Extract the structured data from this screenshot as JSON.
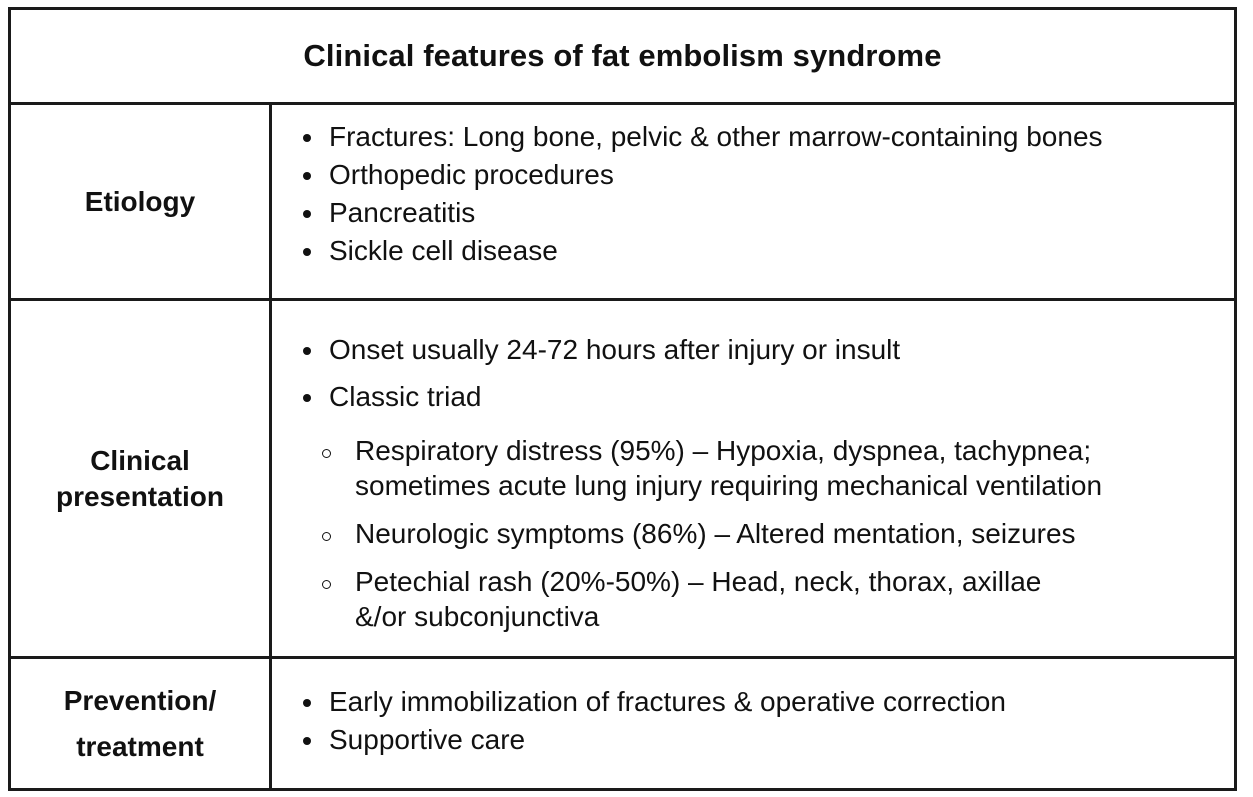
{
  "title": "Clinical features of fat embolism syndrome",
  "rows": {
    "etiology": {
      "label": "Etiology",
      "items": [
        "Fractures: Long bone, pelvic & other marrow-containing bones",
        "Orthopedic procedures",
        "Pancreatitis",
        "Sickle cell disease"
      ]
    },
    "clinical": {
      "label": "Clinical\npresentation",
      "items": [
        "Onset usually 24-72 hours after injury or insult",
        "Classic triad"
      ],
      "subitems": [
        "Respiratory distress (95%) – Hypoxia, dyspnea, tachypnea;\nsometimes acute lung injury requiring mechanical ventilation",
        "Neurologic symptoms (86%) – Altered mentation, seizures",
        "Petechial rash (20%-50%) – Head, neck, thorax, axillae\n&/or subconjunctiva"
      ]
    },
    "prevention": {
      "label": "Prevention/\ntreatment",
      "items": [
        "Early immobilization of fractures & operative correction",
        "Supportive care"
      ]
    }
  }
}
